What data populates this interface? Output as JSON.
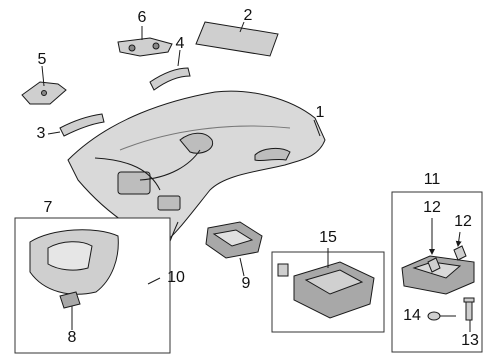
{
  "diagram": {
    "callouts": {
      "c1": "1",
      "c2": "2",
      "c3": "3",
      "c4": "4",
      "c5": "5",
      "c6": "6",
      "c7": "7",
      "c8": "8",
      "c9": "9",
      "c10": "10",
      "c11": "11",
      "c12a": "12",
      "c12b": "12",
      "c13": "13",
      "c14": "14",
      "c15": "15"
    },
    "colors": {
      "line": "#1a1a1a",
      "part_fill": "#d9d9d9",
      "part_fill_dark": "#a8a8a8",
      "box_border": "#333333",
      "background": "#ffffff"
    }
  }
}
